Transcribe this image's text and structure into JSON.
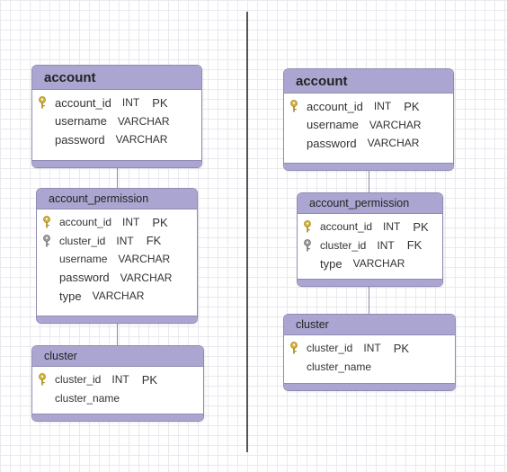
{
  "left": {
    "account": {
      "title": "account",
      "rows": [
        {
          "name": "account_id",
          "type": "INT",
          "key": "PK",
          "icon": "primary-key-icon"
        },
        {
          "name": "username",
          "type": "VARCHAR",
          "key": ""
        },
        {
          "name": "password",
          "type": "VARCHAR",
          "key": ""
        }
      ]
    },
    "account_permission": {
      "title": "account_permission",
      "rows": [
        {
          "name": "account_id",
          "type": "INT",
          "key": "PK",
          "icon": "primary-key-icon"
        },
        {
          "name": "cluster_id",
          "type": "INT",
          "key": "FK",
          "icon": "foreign-key-icon"
        },
        {
          "name": "username",
          "type": "VARCHAR",
          "key": ""
        },
        {
          "name": "password",
          "type": "VARCHAR",
          "key": ""
        },
        {
          "name": "type",
          "type": "VARCHAR",
          "key": ""
        }
      ]
    },
    "cluster": {
      "title": "cluster",
      "rows": [
        {
          "name": "cluster_id",
          "type": "INT",
          "key": "PK",
          "icon": "primary-key-icon"
        },
        {
          "name": "cluster_name",
          "type": "",
          "key": ""
        }
      ]
    }
  },
  "right": {
    "account": {
      "title": "account",
      "rows": [
        {
          "name": "account_id",
          "type": "INT",
          "key": "PK",
          "icon": "primary-key-icon"
        },
        {
          "name": "username",
          "type": "VARCHAR",
          "key": ""
        },
        {
          "name": "password",
          "type": "VARCHAR",
          "key": ""
        }
      ]
    },
    "account_permission": {
      "title": "account_permission",
      "rows": [
        {
          "name": "account_id",
          "type": "INT",
          "key": "PK",
          "icon": "primary-key-icon"
        },
        {
          "name": "cluster_id",
          "type": "INT",
          "key": "FK",
          "icon": "foreign-key-icon"
        },
        {
          "name": "type",
          "type": "VARCHAR",
          "key": ""
        }
      ]
    },
    "cluster": {
      "title": "cluster",
      "rows": [
        {
          "name": "cluster_id",
          "type": "INT",
          "key": "PK",
          "icon": "primary-key-icon"
        },
        {
          "name": "cluster_name",
          "type": "",
          "key": ""
        }
      ]
    }
  },
  "colors": {
    "header": "#aba6d1",
    "border": "#8f8bb3",
    "primary_key": "#d6b23a",
    "foreign_key": "#9c9c9c"
  }
}
